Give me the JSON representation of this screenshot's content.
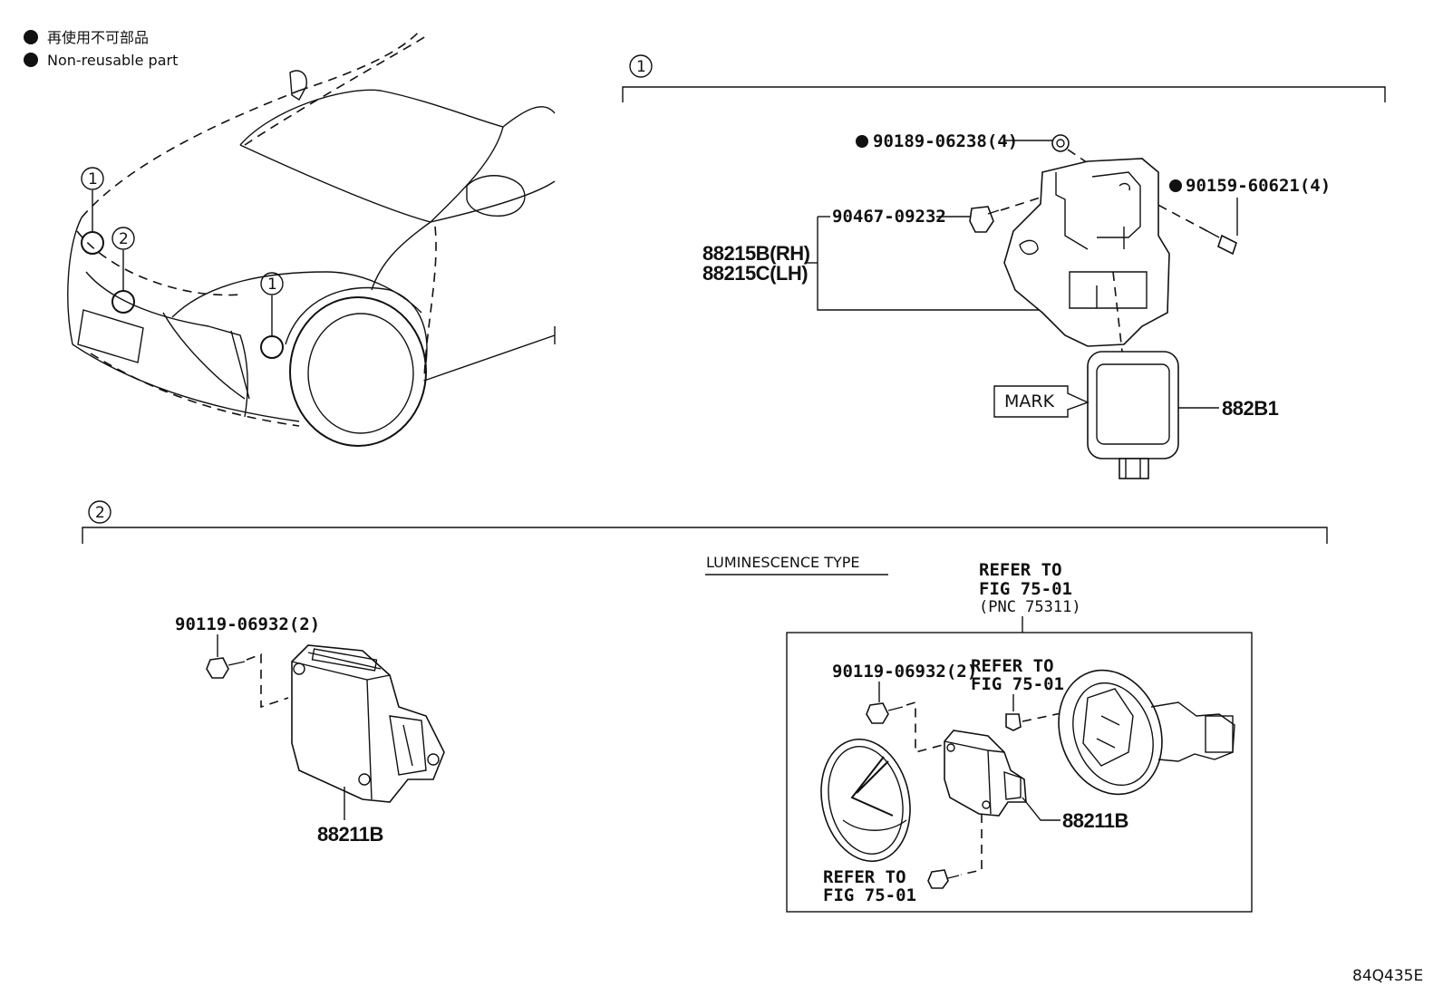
{
  "legend": {
    "japanese": "再使用不可部品",
    "english": "Non-reusable part"
  },
  "callouts": {
    "one": "1",
    "two": "2"
  },
  "section1": {
    "parts": {
      "nut": "90189-06238(4)",
      "screw": "90159-60621(4)",
      "clip": "90467-09232",
      "bracket_rh": "88215B(RH)",
      "bracket_lh": "88215C(LH)",
      "sensor": "882B1",
      "mark_label": "MARK"
    }
  },
  "section2": {
    "left": {
      "bolt": "90119-06932(2)",
      "sensor": "88211B"
    },
    "luminescence": {
      "title": "LUMINESCENCE TYPE",
      "refer_top": [
        "REFER TO",
        "FIG 75-01",
        "(PNC 75311)"
      ],
      "bolt": "90119-06932(2)",
      "refer_mid": [
        "REFER TO",
        "FIG 75-01"
      ],
      "sensor": "88211B",
      "refer_bottom": [
        "REFER TO",
        "FIG 75-01"
      ]
    }
  },
  "figure_code": "84Q435E"
}
